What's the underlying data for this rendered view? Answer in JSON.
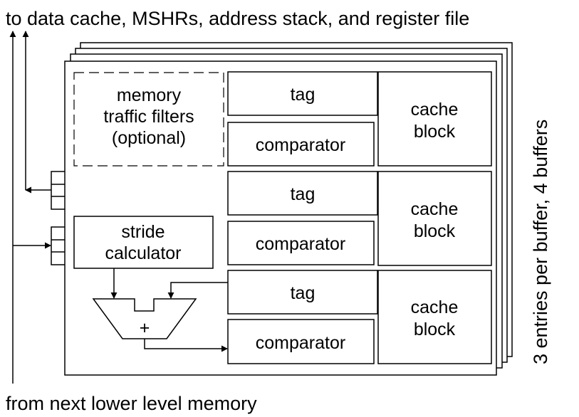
{
  "top_label": "to data cache, MSHRs, address stack, and register file",
  "bottom_label": "from next lower level memory",
  "side_label": "3 entries per buffer, 4 buffers",
  "filter_box": {
    "line1": "memory",
    "line2": "traffic filters",
    "line3": "(optional)"
  },
  "stride_box": {
    "line1": "stride",
    "line2": "calculator"
  },
  "adder_symbol": "+",
  "entries": [
    {
      "tag": "tag",
      "comparator": "comparator",
      "block_line1": "cache",
      "block_line2": "block"
    },
    {
      "tag": "tag",
      "comparator": "comparator",
      "block_line1": "cache",
      "block_line2": "block"
    },
    {
      "tag": "tag",
      "comparator": "comparator",
      "block_line1": "cache",
      "block_line2": "block"
    }
  ]
}
